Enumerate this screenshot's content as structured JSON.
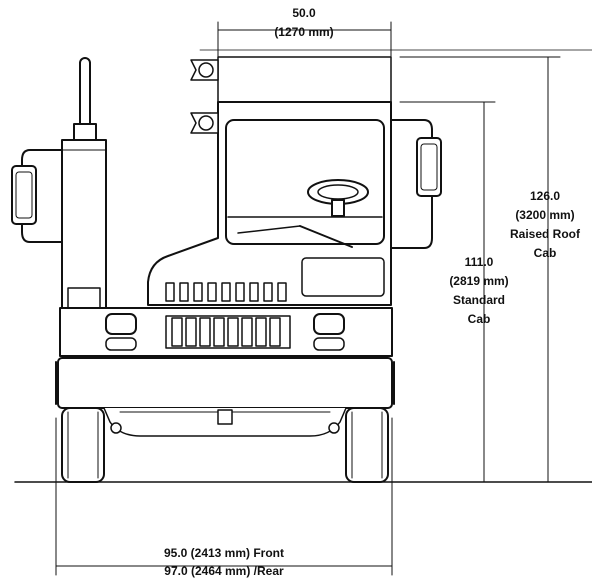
{
  "dimensions": {
    "cab_width": {
      "value": "50.0",
      "metric": "(1270 mm)"
    },
    "raised_roof_height": {
      "value": "126.0",
      "metric": "(3200 mm)",
      "line1": "Raised Roof",
      "line2": "Cab"
    },
    "standard_height": {
      "value": "111.0",
      "metric": "(2819 mm)",
      "line1": "Standard",
      "line2": "Cab"
    },
    "track_width": {
      "front": "95.0 (2413 mm) Front",
      "rear": "97.0 (2464 mm) /Rear"
    }
  },
  "colors": {
    "ink": "#111111",
    "background": "#ffffff"
  }
}
